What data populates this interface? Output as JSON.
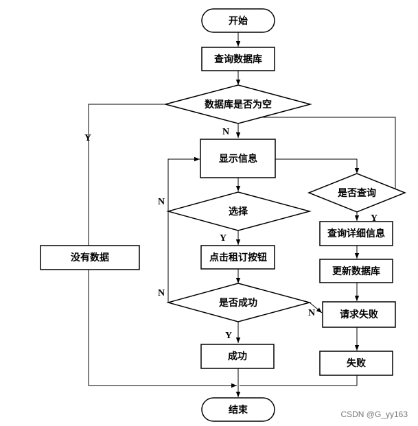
{
  "flowchart": {
    "start": "开始",
    "query_db": "查询数据库",
    "db_empty": "数据库是否为空",
    "show_info": "显示信息",
    "choose": "选择",
    "click_rent": "点击租订按钮",
    "is_success": "是否成功",
    "success": "成功",
    "no_data": "没有数据",
    "is_query": "是否查询",
    "query_detail": "查询详细信息",
    "update_db": "更新数据库",
    "request_fail": "请求失败",
    "fail": "失败",
    "end": "结束"
  },
  "edge_labels": {
    "y_no_data": "Y",
    "n_db_empty": "N",
    "n_choose": "N",
    "y_choose": "Y",
    "n_success": "N",
    "y_success": "Y",
    "y_query": "Y",
    "n_request": "N"
  },
  "watermark": "CSDN @G_yy163"
}
